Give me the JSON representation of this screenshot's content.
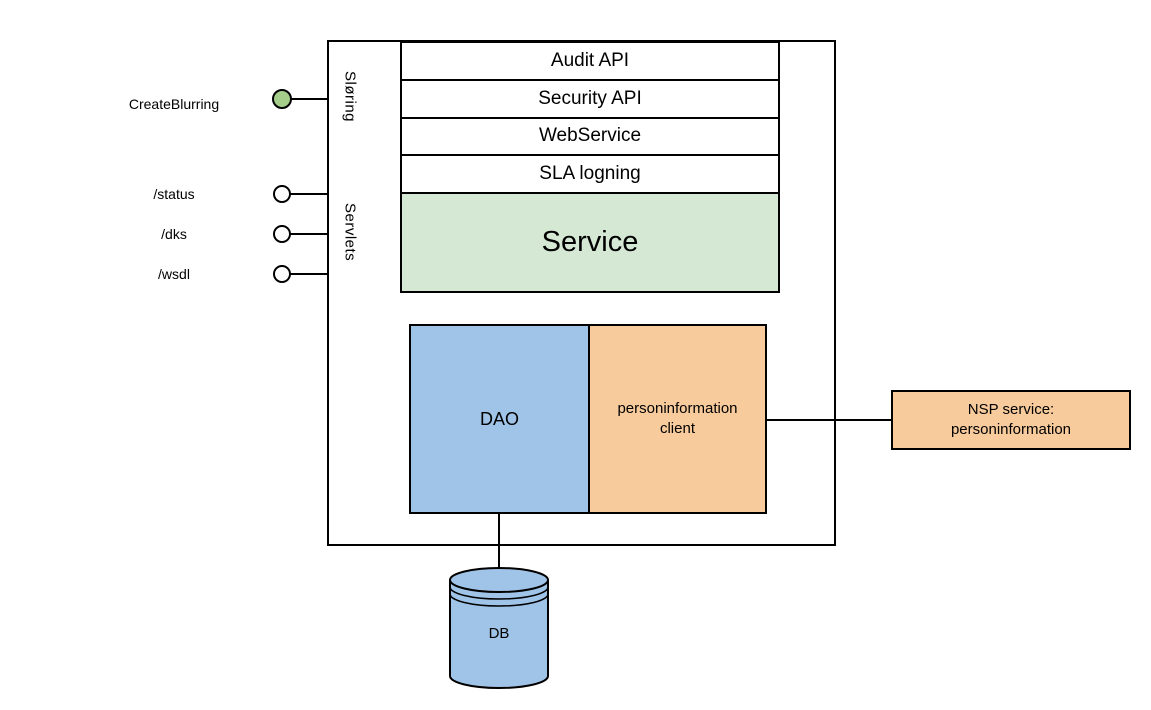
{
  "diagram": {
    "api_stack": [
      {
        "label": "Audit API"
      },
      {
        "label": "Security API"
      },
      {
        "label": "WebService"
      },
      {
        "label": "SLA logning"
      }
    ],
    "service_label": "Service",
    "sloring_label": "Sløring",
    "servlets_label": "Servlets",
    "dao_label": "DAO",
    "personinfo_client_label": "personinformation\nclient",
    "nsp_service_label": "NSP service:\npersoninformation",
    "db_label": "DB",
    "endpoints": {
      "create_blurring_label": "CreateBlurring",
      "status_label": "/status",
      "dks_label": "/dks",
      "wsdl_label": "/wsdl"
    },
    "colors": {
      "service_green": "#d5e8d4",
      "endpoint_green": "#a5ce8b",
      "box_blue": "#9fc4e7",
      "box_orange": "#f8cb9c",
      "stroke": "#000000"
    }
  }
}
